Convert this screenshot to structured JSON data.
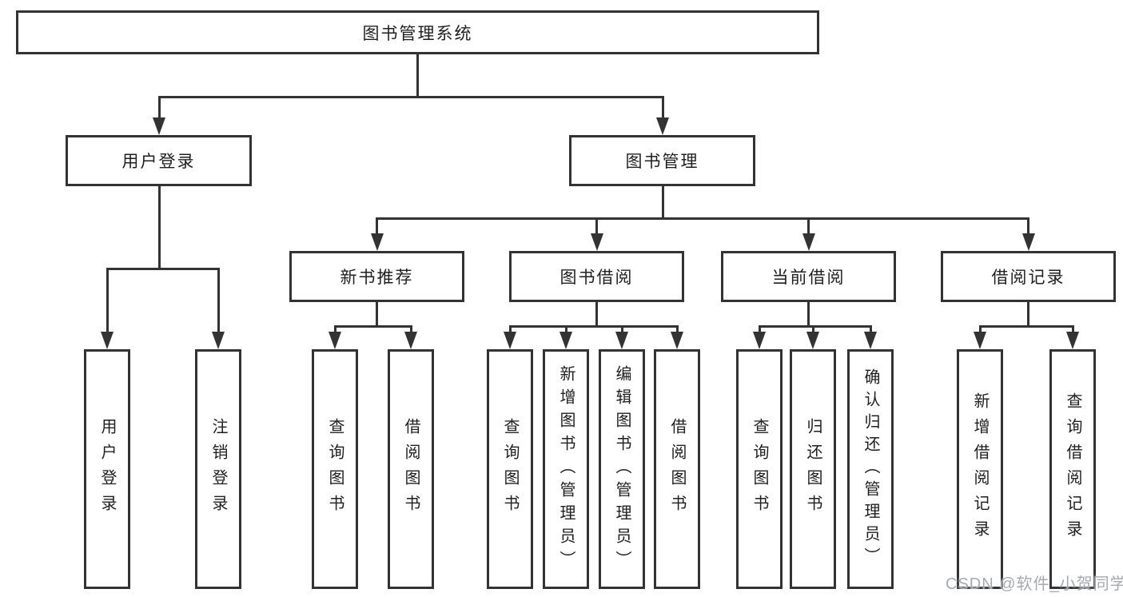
{
  "tree": {
    "root": {
      "label": "图书管理系统",
      "children": [
        {
          "label": "用户登录",
          "children": [
            {
              "label": "用户登录"
            },
            {
              "label": "注销登录"
            }
          ]
        },
        {
          "label": "图书管理",
          "children": [
            {
              "label": "新书推荐",
              "children": [
                {
                  "label": "查询图书"
                },
                {
                  "label": "借阅图书"
                }
              ]
            },
            {
              "label": "图书借阅",
              "children": [
                {
                  "label": "查询图书"
                },
                {
                  "label": "新增图书（管理员）"
                },
                {
                  "label": "编辑图书（管理员）"
                },
                {
                  "label": "借阅图书"
                }
              ]
            },
            {
              "label": "当前借阅",
              "children": [
                {
                  "label": "查询图书"
                },
                {
                  "label": "归还图书"
                },
                {
                  "label": "确认归还（管理员）"
                }
              ]
            },
            {
              "label": "借阅记录",
              "children": [
                {
                  "label": "新增借阅记录"
                },
                {
                  "label": "查询借阅记录"
                }
              ]
            }
          ]
        }
      ]
    }
  },
  "watermark": {
    "text": "CSDN @软件_小贺同学"
  },
  "colors": {
    "line": "#333333",
    "text": "#1f1f1f",
    "watermark": "#a6a9ae",
    "background": "#ffffff"
  }
}
